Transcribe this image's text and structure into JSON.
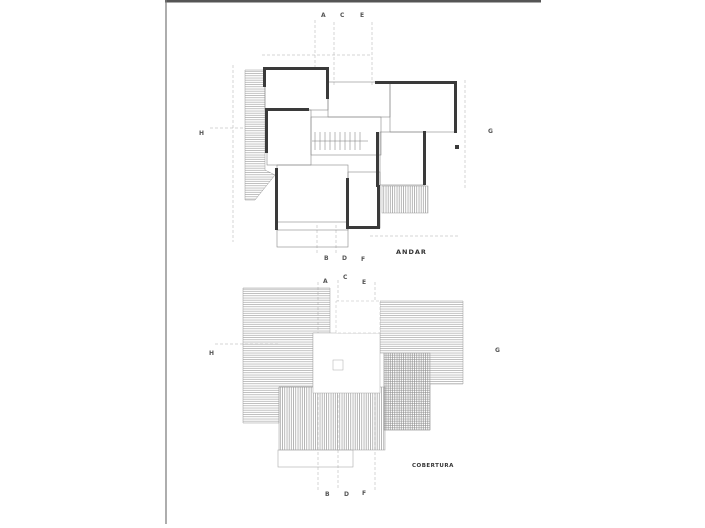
{
  "sheet": {
    "upper_plan": {
      "title": "ANDAR",
      "section_marks_top": [
        "A",
        "C",
        "E"
      ],
      "section_marks_bottom": [
        "B",
        "D",
        "F"
      ],
      "section_mark_left": "H",
      "section_mark_right": "G"
    },
    "roof_plan": {
      "title": "COBERTURA",
      "section_marks_top": [
        "A",
        "C",
        "E"
      ],
      "section_marks_bottom": [
        "B",
        "D",
        "F"
      ],
      "section_mark_left": "H",
      "section_mark_right": "G"
    },
    "colors": {
      "paper": "#ffffff",
      "ink": "#3a3a3a",
      "scan_edge": "#555555"
    }
  }
}
